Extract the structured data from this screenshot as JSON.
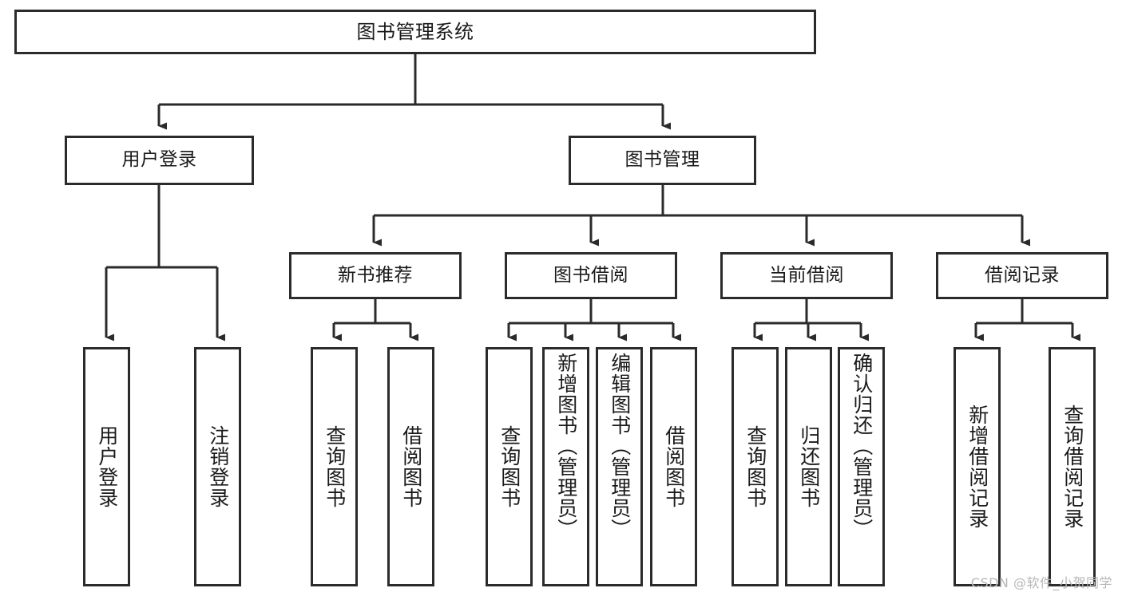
{
  "diagram": {
    "title": "图书管理系统",
    "type": "tree-hierarchy-chart",
    "root": {
      "id": "root",
      "label": "图书管理系统"
    },
    "level2": [
      {
        "id": "user-login",
        "label": "用户登录"
      },
      {
        "id": "book-manage",
        "label": "图书管理"
      }
    ],
    "level3": [
      {
        "id": "new-book-recommend",
        "label": "新书推荐",
        "parent": "book-manage"
      },
      {
        "id": "book-borrow",
        "label": "图书借阅",
        "parent": "book-manage"
      },
      {
        "id": "current-borrow",
        "label": "当前借阅",
        "parent": "book-manage"
      },
      {
        "id": "borrow-record",
        "label": "借阅记录",
        "parent": "book-manage"
      }
    ],
    "leaves": {
      "user-login": [
        {
          "id": "leaf-user-login",
          "label": "用户登录"
        },
        {
          "id": "leaf-user-logout",
          "label": "注销登录"
        }
      ],
      "new-book-recommend": [
        {
          "id": "leaf-query-book-1",
          "label": "查询图书"
        },
        {
          "id": "leaf-borrow-book-1",
          "label": "借阅图书"
        }
      ],
      "book-borrow": [
        {
          "id": "leaf-query-book-2",
          "label": "查询图书"
        },
        {
          "id": "leaf-add-book",
          "label": "新增图书（管理员）"
        },
        {
          "id": "leaf-edit-book",
          "label": "编辑图书（管理员）"
        },
        {
          "id": "leaf-borrow-book-2",
          "label": "借阅图书"
        }
      ],
      "current-borrow": [
        {
          "id": "leaf-query-book-3",
          "label": "查询图书"
        },
        {
          "id": "leaf-return-book",
          "label": "归还图书"
        },
        {
          "id": "leaf-confirm-return",
          "label": "确认归还（管理员）"
        }
      ],
      "borrow-record": [
        {
          "id": "leaf-add-record",
          "label": "新增借阅记录"
        },
        {
          "id": "leaf-query-record",
          "label": "查询借阅记录"
        }
      ]
    }
  },
  "watermark": {
    "text": "CSDN @软件_小贺同学"
  },
  "colors": {
    "border": "#2b2b2b",
    "connector": "#2b2b2b",
    "box_fill": "#ffffff",
    "text": "#1a1a1a",
    "watermark": "#b6b6b6",
    "page_background": "#ffffff"
  }
}
